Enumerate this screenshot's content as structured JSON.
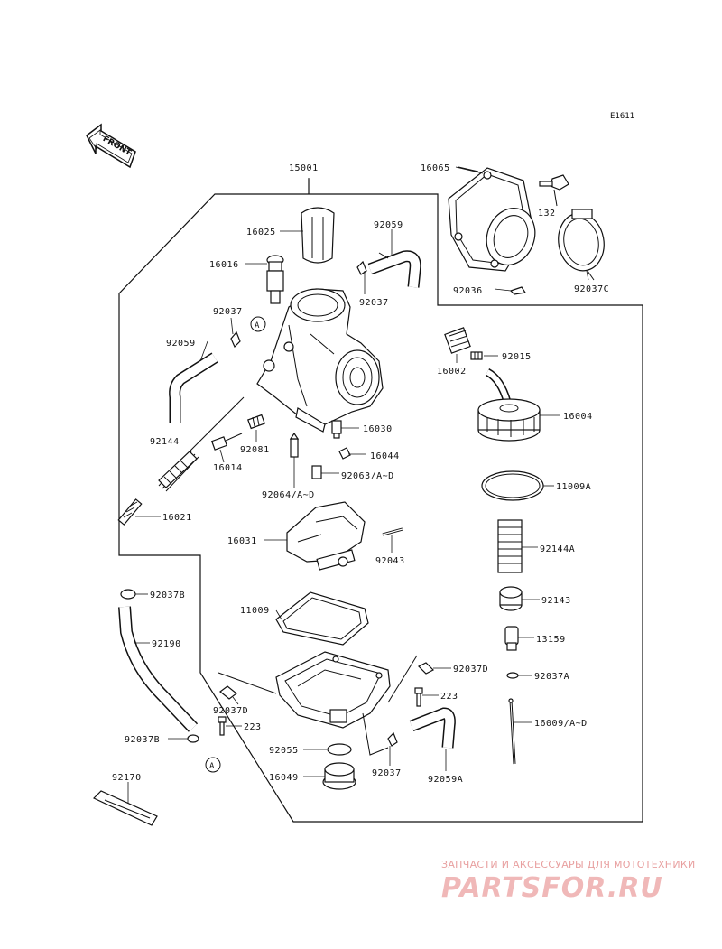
{
  "diagram_code": "E1611",
  "front_label": "FRONT",
  "ref_marker": "A",
  "parts": [
    {
      "id": "p15001",
      "label": "15001"
    },
    {
      "id": "p16065",
      "label": "16065"
    },
    {
      "id": "p132",
      "label": "132"
    },
    {
      "id": "p16025",
      "label": "16025"
    },
    {
      "id": "p92059a",
      "label": "92059"
    },
    {
      "id": "p16016",
      "label": "16016"
    },
    {
      "id": "p92037a",
      "label": "92037"
    },
    {
      "id": "p92036",
      "label": "92036"
    },
    {
      "id": "p92037c",
      "label": "92037C"
    },
    {
      "id": "p92037b",
      "label": "92037"
    },
    {
      "id": "p92059b",
      "label": "92059"
    },
    {
      "id": "p16002",
      "label": "16002"
    },
    {
      "id": "p92015",
      "label": "92015"
    },
    {
      "id": "p16004",
      "label": "16004"
    },
    {
      "id": "p16030",
      "label": "16030"
    },
    {
      "id": "p92144",
      "label": "92144"
    },
    {
      "id": "p92081",
      "label": "92081"
    },
    {
      "id": "p16014",
      "label": "16014"
    },
    {
      "id": "p16044",
      "label": "16044"
    },
    {
      "id": "p92063",
      "label": "92063/A~D"
    },
    {
      "id": "p92064",
      "label": "92064/A~D"
    },
    {
      "id": "p11009a",
      "label": "11009A"
    },
    {
      "id": "p16021",
      "label": "16021"
    },
    {
      "id": "p16031",
      "label": "16031"
    },
    {
      "id": "p92043",
      "label": "92043"
    },
    {
      "id": "p92144a",
      "label": "92144A"
    },
    {
      "id": "p92037b2",
      "label": "92037B"
    },
    {
      "id": "p92143",
      "label": "92143"
    },
    {
      "id": "p11009",
      "label": "11009"
    },
    {
      "id": "p13159",
      "label": "13159"
    },
    {
      "id": "p92190",
      "label": "92190"
    },
    {
      "id": "p92037d",
      "label": "92037D"
    },
    {
      "id": "p92037a2",
      "label": "92037A"
    },
    {
      "id": "p223a",
      "label": "223"
    },
    {
      "id": "p92037d2",
      "label": "92037D"
    },
    {
      "id": "p16009",
      "label": "16009/A~D"
    },
    {
      "id": "p223b",
      "label": "223"
    },
    {
      "id": "p92037b3",
      "label": "92037B"
    },
    {
      "id": "p92055",
      "label": "92055"
    },
    {
      "id": "p16049",
      "label": "16049"
    },
    {
      "id": "p92037e",
      "label": "92037"
    },
    {
      "id": "p92059c",
      "label": "92059A"
    },
    {
      "id": "p92170",
      "label": "92170"
    }
  ],
  "watermark": {
    "subtitle": "ЗАПЧАСТИ И АКСЕССУАРЫ ДЛЯ МОТОТЕХНИКИ",
    "brand": "PARTSFOR.RU",
    "color": "#f0b8b8"
  }
}
